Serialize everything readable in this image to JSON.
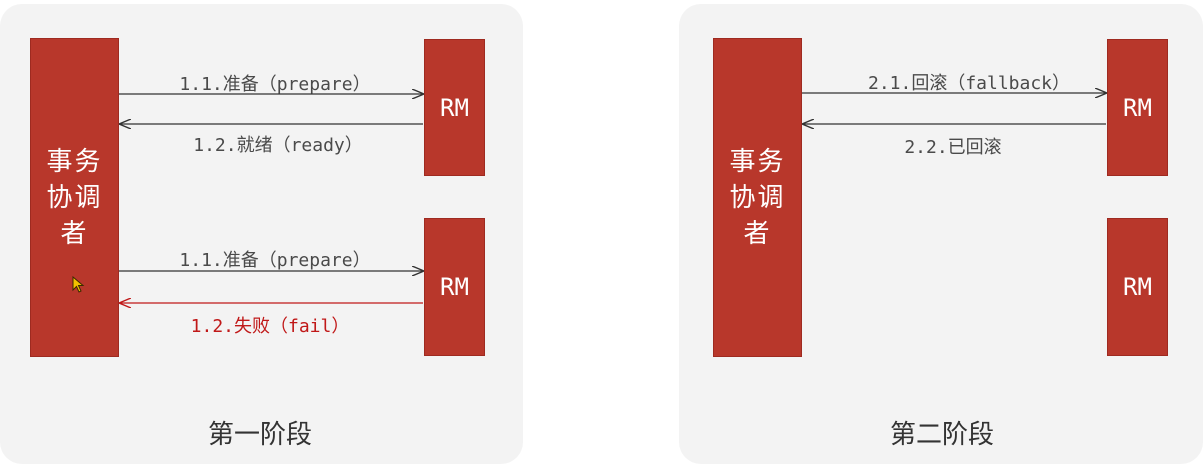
{
  "phase1": {
    "title": "第一阶段",
    "coordinator": "事务\n协调\n者",
    "rm_top": "RM",
    "rm_bottom": "RM",
    "msg_prepare_top": "1.1.准备（prepare）",
    "msg_ready": "1.2.就绪（ready）",
    "msg_prepare_bottom": "1.1.准备（prepare）",
    "msg_fail": "1.2.失败（fail）"
  },
  "phase2": {
    "title": "第二阶段",
    "coordinator": "事务\n协调\n者",
    "rm_top": "RM",
    "rm_bottom": "RM",
    "msg_fallback": "2.1.回滚（fallback）",
    "msg_rolled_back": "2.2.已回滚"
  },
  "colors": {
    "box": "#b8372b",
    "arrow": "#333333",
    "fail_arrow": "#c01818",
    "panel": "#f3f3f3"
  }
}
